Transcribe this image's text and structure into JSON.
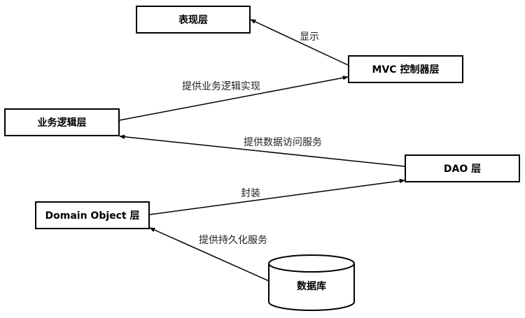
{
  "nodes": {
    "presentation": "表现层",
    "mvc": "MVC 控制器层",
    "business": "业务逻辑层",
    "dao": "DAO 层",
    "domain": "Domain Object 层",
    "database": "数据库"
  },
  "edges": {
    "display": "显示",
    "provide_business": "提供业务逻辑实现",
    "provide_data_access": "提供数据访问服务",
    "encapsulate": "封装",
    "provide_persistence": "提供持久化服务"
  }
}
